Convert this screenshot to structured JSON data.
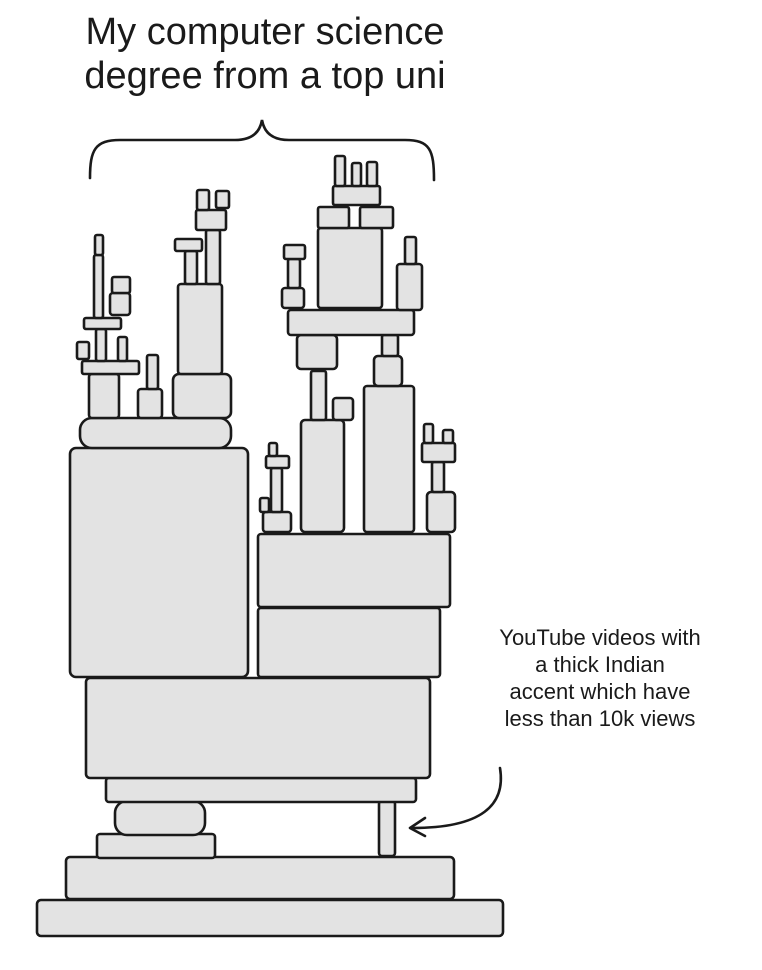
{
  "title": {
    "line1": "My computer science",
    "line2": "degree from a top uni"
  },
  "caption": {
    "line1": "YouTube videos with",
    "line2": "a thick Indian",
    "line3": "accent which have",
    "line4": "less than 10k views"
  },
  "colors": {
    "block_fill": "#e3e3e3",
    "stroke": "#1a1a1a",
    "background": "#ffffff"
  }
}
